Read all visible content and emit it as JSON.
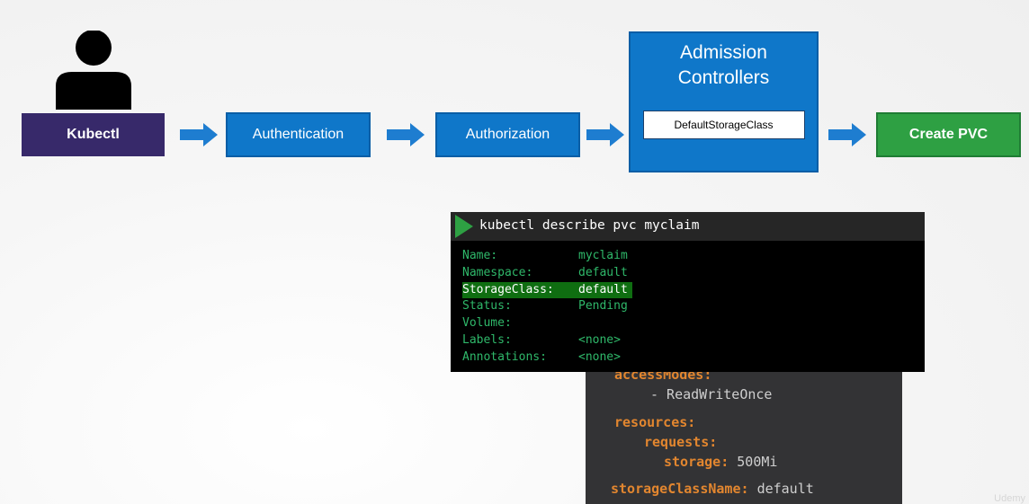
{
  "flow": {
    "kubectl": "Kubectl",
    "authentication": "Authentication",
    "authorization": "Authorization",
    "admission_title_line1": "Admission",
    "admission_title_line2": "Controllers",
    "default_storage_class": "DefaultStorageClass",
    "create_pvc": "Create PVC"
  },
  "terminal": {
    "command": "kubectl describe pvc myclaim",
    "rows": [
      {
        "key": "Name:",
        "value": "myclaim"
      },
      {
        "key": "Namespace:",
        "value": "default"
      },
      {
        "key": "StorageClass:",
        "value": "default"
      },
      {
        "key": "Status:",
        "value": "Pending"
      },
      {
        "key": "Volume:",
        "value": ""
      },
      {
        "key": "Labels:",
        "value": "<none>"
      },
      {
        "key": "Annotations:",
        "value": "<none>"
      }
    ]
  },
  "yaml": {
    "access_modes_key": "accessModes:",
    "access_mode_value": "- ReadWriteOnce",
    "resources_key": "resources:",
    "requests_key": "requests:",
    "storage_key": "storage:",
    "storage_value": "500Mi",
    "storage_class_key": "storageClassName:",
    "storage_class_value": "default"
  },
  "watermark": "Udemy",
  "colors": {
    "kubectl": "#37296a",
    "stage": "#0f77c9",
    "create_pvc": "#2ea043",
    "arrow": "#1e7dd0",
    "terminal_text": "#2fb86a",
    "yaml_key": "#e2862f"
  },
  "icons": [
    "user-icon",
    "arrow-right-icon",
    "play-icon"
  ]
}
